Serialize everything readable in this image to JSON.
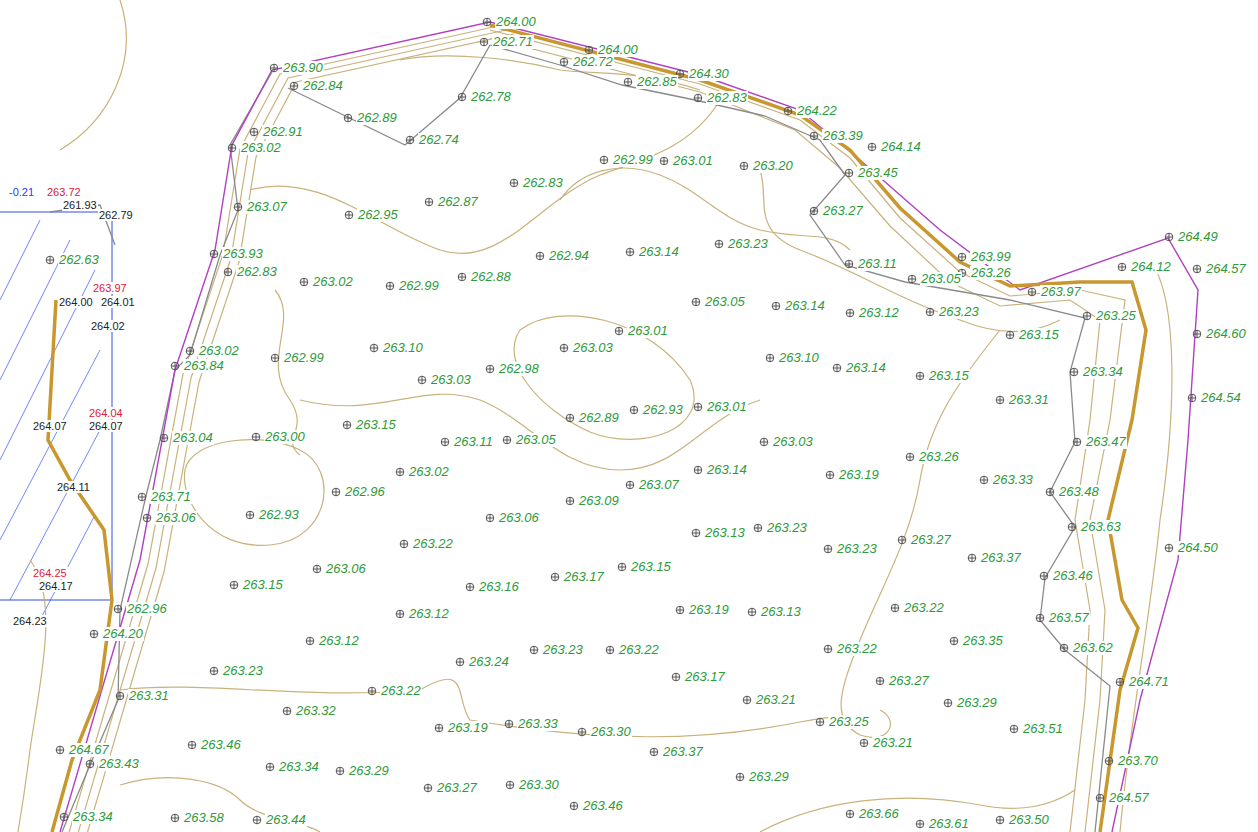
{
  "diagram": {
    "labels": [
      "264.00",
      "262.71",
      "264.00",
      "263.90",
      "262.84",
      "262.72",
      "262.85",
      "264.30",
      "262.78",
      "262.89",
      "262.83",
      "264.22",
      "262.74",
      "262.91",
      "263.02",
      "263.39",
      "264.14",
      "262.99",
      "263.01",
      "263.20",
      "263.45",
      "262.83",
      "262.87",
      "262.95",
      "263.07",
      "263.27",
      "263.93",
      "262.83",
      "262.94",
      "263.14",
      "263.23",
      "263.99",
      "264.49",
      "264.57",
      "264.12",
      "263.11",
      "263.02",
      "262.99",
      "262.88",
      "263.05",
      "263.26",
      "263.97",
      "263.05",
      "263.14",
      "263.12",
      "263.23",
      "263.25",
      "263.15",
      "264.60",
      "263.01",
      "263.02",
      "263.84",
      "262.99",
      "263.10",
      "263.03",
      "262.98",
      "263.03",
      "263.10",
      "263.14",
      "263.15",
      "263.34",
      "264.54",
      "263.31",
      "262.89",
      "262.93",
      "263.01",
      "263.15",
      "263.04",
      "263.00",
      "263.11",
      "263.05",
      "263.03",
      "263.47",
      "263.26",
      "263.14",
      "263.02",
      "263.07",
      "263.19",
      "263.33",
      "263.71",
      "262.96",
      "263.09",
      "263.48",
      "263.06",
      "262.93",
      "263.06",
      "263.63",
      "263.13",
      "263.23",
      "264.50",
      "263.22",
      "263.23",
      "263.27",
      "263.37",
      "263.06",
      "263.17",
      "263.15",
      "263.46",
      "263.15",
      "263.16",
      "262.96",
      "263.19",
      "263.13",
      "263.22",
      "263.12",
      "263.57",
      "264.20",
      "263.12",
      "263.35",
      "263.22",
      "263.23",
      "263.22",
      "263.62",
      "263.24",
      "263.23",
      "263.17",
      "263.27",
      "264.71",
      "263.31",
      "263.22",
      "263.21",
      "263.29",
      "263.32",
      "263.25",
      "263.19",
      "263.33",
      "263.30",
      "263.51",
      "263.21",
      "263.46",
      "264.67",
      "263.43",
      "263.37",
      "263.70",
      "263.34",
      "263.29",
      "263.29",
      "263.27",
      "263.30",
      "264.57",
      "263.34",
      "263.58",
      "263.44",
      "263.46",
      "263.66",
      "263.50",
      "263.61",
      "-0.21",
      "263.72",
      "261.93",
      "262.79",
      "262.63",
      "263.97",
      "264.00",
      "264.01",
      "264.02",
      "264.04",
      "264.07",
      "264.07",
      "264.11",
      "264.25",
      "264.17",
      "264.23"
    ]
  }
}
